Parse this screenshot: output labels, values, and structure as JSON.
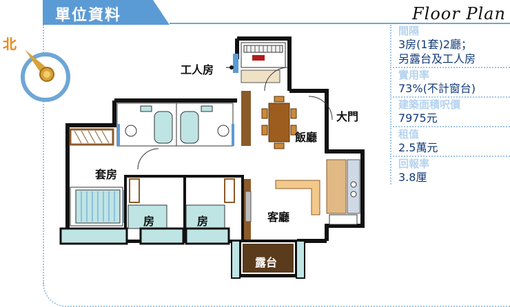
{
  "header": {
    "title": "單位資料",
    "floor_plan_title": "Floor Plan"
  },
  "compass": {
    "north_label": "北"
  },
  "info": [
    {
      "label": "間隔",
      "value": "3房(1套)2廳；",
      "value2": "另露台及工人房"
    },
    {
      "label": "實用率",
      "value": "73%(不計窗台)"
    },
    {
      "label": "建築面積呎價",
      "value": "7975元"
    },
    {
      "label": "租值",
      "value": "2.5萬元"
    },
    {
      "label": "回報率",
      "value": "3.8厘"
    }
  ],
  "rooms": {
    "maid_room": "工人房",
    "main_door": "大門",
    "dining_room": "飯廳",
    "master_bedroom": "套房",
    "living_room": "客廳",
    "bedroom_1": "房",
    "bedroom_2": "房",
    "balcony": "露台"
  },
  "colors": {
    "accent_blue": "#5b9bd5",
    "wall": "#111111",
    "info_value": "#123a78",
    "info_label": "#b5d3ef",
    "floor_wood": "#8b5a2b",
    "bay_window": "#bfe4e4",
    "compass_gold": "#d49a2a"
  }
}
